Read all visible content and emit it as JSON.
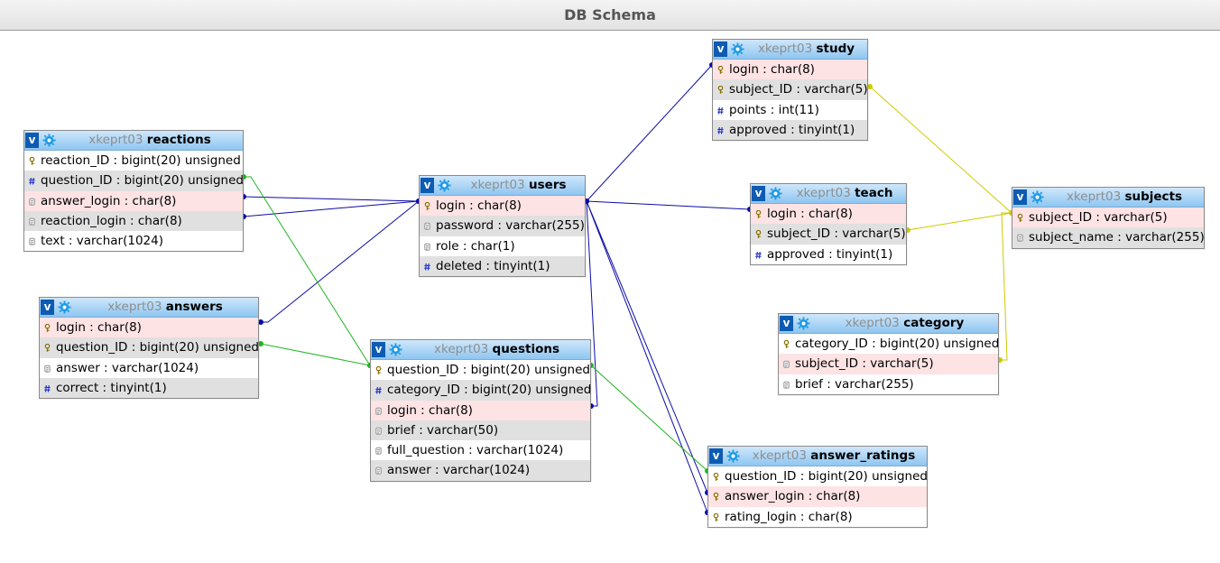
{
  "window": {
    "title": "DB Schema"
  },
  "icons": {
    "key": "key-icon",
    "hash": "hash-icon",
    "field": "field-icon",
    "gear": "gear-icon"
  },
  "colors": {
    "fk_blue": "#0b0ba8",
    "fk_green": "#22b522",
    "fk_yellow": "#d0c900",
    "header_blue": "#8ec6f1",
    "pk_row": "#fde3e4"
  },
  "tables": [
    {
      "id": "reactions",
      "schema": "xkeprt03",
      "name": "reactions",
      "columns": [
        {
          "text": "reaction_ID : bigint(20) unsigned",
          "icon": "key",
          "row": "r0"
        },
        {
          "text": "question_ID : bigint(20) unsigned",
          "icon": "hash",
          "row": "r1"
        },
        {
          "text": "answer_login : char(8)",
          "icon": "field",
          "row": "pk"
        },
        {
          "text": "reaction_login : char(8)",
          "icon": "field",
          "row": "r1"
        },
        {
          "text": "text : varchar(1024)",
          "icon": "field",
          "row": "r0"
        }
      ]
    },
    {
      "id": "answers",
      "schema": "xkeprt03",
      "name": "answers",
      "columns": [
        {
          "text": "login : char(8)",
          "icon": "key",
          "row": "pk"
        },
        {
          "text": "question_ID : bigint(20) unsigned",
          "icon": "key",
          "row": "r1"
        },
        {
          "text": "answer : varchar(1024)",
          "icon": "field",
          "row": "r0"
        },
        {
          "text": "correct : tinyint(1)",
          "icon": "hash",
          "row": "r1"
        }
      ]
    },
    {
      "id": "users",
      "schema": "xkeprt03",
      "name": "users",
      "columns": [
        {
          "text": "login : char(8)",
          "icon": "key",
          "row": "pk"
        },
        {
          "text": "password : varchar(255)",
          "icon": "field",
          "row": "r1"
        },
        {
          "text": "role : char(1)",
          "icon": "field",
          "row": "r0"
        },
        {
          "text": "deleted : tinyint(1)",
          "icon": "hash",
          "row": "r1"
        }
      ]
    },
    {
      "id": "questions",
      "schema": "xkeprt03",
      "name": "questions",
      "columns": [
        {
          "text": "question_ID : bigint(20) unsigned",
          "icon": "key",
          "row": "r0"
        },
        {
          "text": "category_ID : bigint(20) unsigned",
          "icon": "hash",
          "row": "r1"
        },
        {
          "text": "login : char(8)",
          "icon": "field",
          "row": "pk"
        },
        {
          "text": "brief : varchar(50)",
          "icon": "field",
          "row": "r1"
        },
        {
          "text": "full_question : varchar(1024)",
          "icon": "field",
          "row": "r0"
        },
        {
          "text": "answer : varchar(1024)",
          "icon": "field",
          "row": "r1"
        }
      ]
    },
    {
      "id": "study",
      "schema": "xkeprt03",
      "name": "study",
      "columns": [
        {
          "text": "login : char(8)",
          "icon": "key",
          "row": "pk"
        },
        {
          "text": "subject_ID : varchar(5)",
          "icon": "key",
          "row": "r1"
        },
        {
          "text": "points : int(11)",
          "icon": "hash",
          "row": "r0"
        },
        {
          "text": "approved : tinyint(1)",
          "icon": "hash",
          "row": "r1"
        }
      ]
    },
    {
      "id": "teach",
      "schema": "xkeprt03",
      "name": "teach",
      "columns": [
        {
          "text": "login : char(8)",
          "icon": "key",
          "row": "pk"
        },
        {
          "text": "subject_ID : varchar(5)",
          "icon": "key",
          "row": "r1"
        },
        {
          "text": "approved : tinyint(1)",
          "icon": "hash",
          "row": "r0"
        }
      ]
    },
    {
      "id": "subjects",
      "schema": "xkeprt03",
      "name": "subjects",
      "columns": [
        {
          "text": "subject_ID : varchar(5)",
          "icon": "key",
          "row": "pk"
        },
        {
          "text": "subject_name : varchar(255)",
          "icon": "field",
          "row": "r1"
        }
      ]
    },
    {
      "id": "category",
      "schema": "xkeprt03",
      "name": "category",
      "columns": [
        {
          "text": "category_ID : bigint(20) unsigned",
          "icon": "key",
          "row": "r0"
        },
        {
          "text": "subject_ID : varchar(5)",
          "icon": "field",
          "row": "pk"
        },
        {
          "text": "brief : varchar(255)",
          "icon": "field",
          "row": "r0"
        }
      ]
    },
    {
      "id": "answer_ratings",
      "schema": "xkeprt03",
      "name": "answer_ratings",
      "columns": [
        {
          "text": "question_ID : bigint(20) unsigned",
          "icon": "key",
          "row": "r0"
        },
        {
          "text": "answer_login : char(8)",
          "icon": "key",
          "row": "pk"
        },
        {
          "text": "rating_login : char(8)",
          "icon": "key",
          "row": "r0"
        }
      ]
    }
  ]
}
